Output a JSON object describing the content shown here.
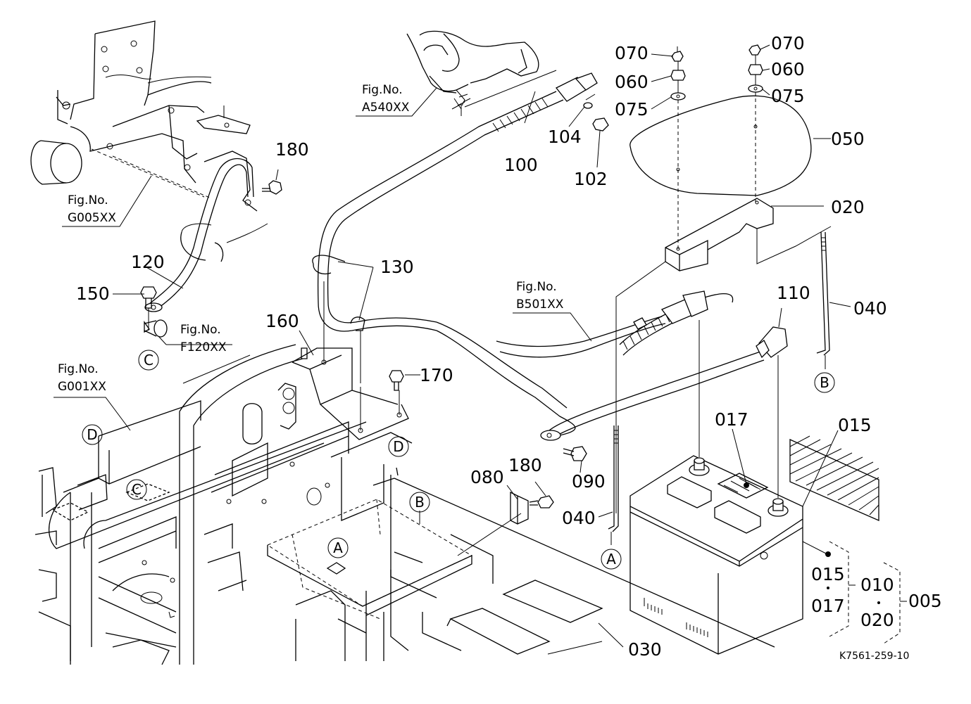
{
  "diagram": {
    "type": "exploded-parts-diagram",
    "drawing_code": "K7561-259-10",
    "part_labels": [
      {
        "id": "p005",
        "text": "005"
      },
      {
        "id": "p010",
        "text": "010"
      },
      {
        "id": "p015a",
        "text": "015"
      },
      {
        "id": "p015b",
        "text": "015"
      },
      {
        "id": "p017a",
        "text": "017"
      },
      {
        "id": "p017b",
        "text": "017"
      },
      {
        "id": "p020a",
        "text": "020"
      },
      {
        "id": "p020b",
        "text": "020"
      },
      {
        "id": "p030",
        "text": "030"
      },
      {
        "id": "p040a",
        "text": "040"
      },
      {
        "id": "p040b",
        "text": "040"
      },
      {
        "id": "p050",
        "text": "050"
      },
      {
        "id": "p060a",
        "text": "060"
      },
      {
        "id": "p060b",
        "text": "060"
      },
      {
        "id": "p070a",
        "text": "070"
      },
      {
        "id": "p070b",
        "text": "070"
      },
      {
        "id": "p075a",
        "text": "075"
      },
      {
        "id": "p075b",
        "text": "075"
      },
      {
        "id": "p080",
        "text": "080"
      },
      {
        "id": "p090",
        "text": "090"
      },
      {
        "id": "p100",
        "text": "100"
      },
      {
        "id": "p102",
        "text": "102"
      },
      {
        "id": "p104",
        "text": "104"
      },
      {
        "id": "p110",
        "text": "110"
      },
      {
        "id": "p120",
        "text": "120"
      },
      {
        "id": "p130",
        "text": "130"
      },
      {
        "id": "p150",
        "text": "150"
      },
      {
        "id": "p160",
        "text": "160"
      },
      {
        "id": "p170",
        "text": "170"
      },
      {
        "id": "p180a",
        "text": "180"
      },
      {
        "id": "p180b",
        "text": "180"
      }
    ],
    "figure_refs": [
      {
        "line1": "Fig.No.",
        "line2": "A540XX"
      },
      {
        "line1": "Fig.No.",
        "line2": "G005XX"
      },
      {
        "line1": "Fig.No.",
        "line2": "F120XX"
      },
      {
        "line1": "Fig.No.",
        "line2": "B501XX"
      },
      {
        "line1": "Fig.No.",
        "line2": "G001XX"
      }
    ],
    "connection_refs": {
      "A": "A",
      "B": "B",
      "C": "C",
      "D": "D"
    },
    "assembly_groups": [
      {
        "parent": "010",
        "children": [
          "015",
          "017"
        ]
      },
      {
        "parent": "005",
        "children": [
          "010",
          "020"
        ]
      }
    ]
  }
}
